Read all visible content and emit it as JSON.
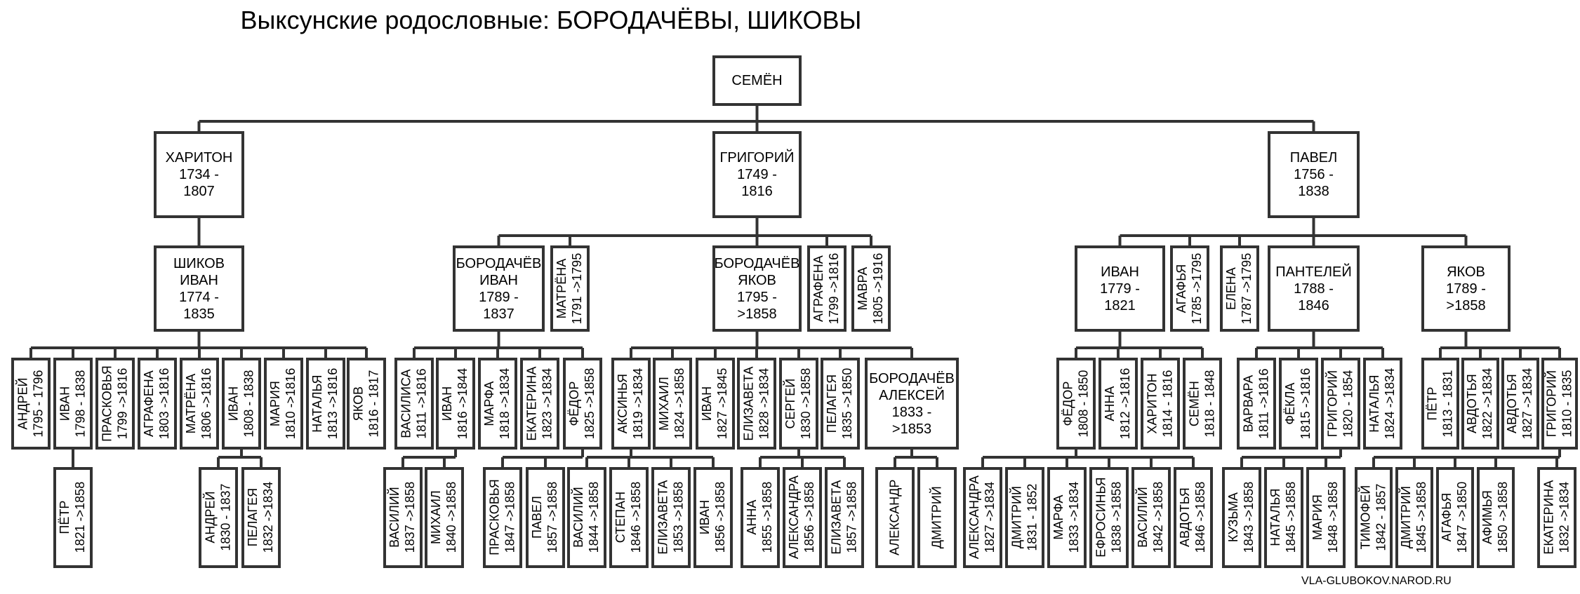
{
  "title": "Выксунские родословные: БОРОДАЧЁВЫ, ШИКОВЫ",
  "footer": "VLA-GLUBOKOV.NAROD.RU",
  "people": {
    "semen_root": "СЕМЁН",
    "khariton": "ХАРИТОН\n1734 -\n1807",
    "grigoriy": "ГРИГОРИЙ\n1749 -\n1816",
    "pavel": "ПАВЕЛ\n1756 -\n1838",
    "shikov_ivan": "ШИКОВ\nИВАН\n1774 -\n1835",
    "borodachev_ivan": "БОРОДАЧЁВ\nИВАН\n1789 -\n1837",
    "matrena_1791": "МАТРЁНА\n1791 ->1795",
    "borodachev_yakov": "БОРОДАЧЁВ\nЯКОВ\n1795 -\n>1858",
    "agrafena_1799": "АГРАФЕНА\n1799 ->1816",
    "mavra": "МАВРА\n1805 ->1916",
    "ivan_1779": "ИВАН\n1779 -\n1821",
    "agafya_1785": "АГАФЬЯ\n1785 ->1795",
    "elena_1787": "ЕЛЕНА\n1787 ->1795",
    "panteley": "ПАНТЕЛЕЙ\n1788 -\n1846",
    "yakov_1789": "ЯКОВ\n1789 -\n>1858",
    "andrey_1795": "АНДРЕЙ\n1795 - 1796",
    "ivan_1798": "ИВАН\n1798 - 1838",
    "praskovya_1799": "ПРАСКОВЬЯ\n1799 ->1816",
    "agrafena_1803": "АГРАФЕНА\n1803 ->1816",
    "matrena_1806": "МАТРЁНА\n1806 ->1816",
    "ivan_1808": "ИВАН\n1808 - 1838",
    "mariya_1810": "МАРИЯ\n1810 ->1816",
    "natalya_1813": "НАТАЛЬЯ\n1813 ->1816",
    "yakov_1816": "ЯКОВ\n1816 - 1817",
    "petr_1821": "ПЁТР\n1821 ->1858",
    "andrey_1830": "АНДРЕЙ\n1830 - 1837",
    "pelageya_1832": "ПЕЛАГЕЯ\n1832 ->1834",
    "vasilisa_1811": "ВАСИЛИСА\n1811 ->1816",
    "ivan_1816": "ИВАН\n1816 ->1844",
    "marfa_1818": "МАРФА\n1818 ->1834",
    "ekaterina_1823": "ЕКАТЕРИНА\n1823 ->1834",
    "fedor_1825": "ФЁДОР\n1825 ->1858",
    "vasiliy_1837": "ВАСИЛИЙ\n1837 ->1858",
    "mikhail_1840": "МИХАИЛ\n1840 ->1858",
    "praskovya_1847": "ПРАСКОВЬЯ\n1847 ->1858",
    "pavel_1857": "ПАВЕЛ\n1857 ->1858",
    "aksinya_1819": "АКСИНЬЯ\n1819 ->1834",
    "mikhail_1824": "МИХАИЛ\n1824 ->1858",
    "ivan_1827": "ИВАН\n1827 ->1845",
    "elizaveta_1828": "ЕЛИЗАВЕТА\n1828 ->1834",
    "sergey_1830": "СЕРГЕЙ\n1830 ->1858",
    "pelageya_1835": "ПЕЛАГЕЯ\n1835 ->1850",
    "borodachev_aleksey": "БОРОДАЧЁВ\nАЛЕКСЕЙ\n1833 -\n>1853",
    "vasiliy_1844": "ВАСИЛИЙ\n1844 ->1858",
    "stepan_1846": "СТЕПАН\n1846 ->1858",
    "elizaveta_1853": "ЕЛИЗАВЕТА\n1853 ->1858",
    "ivan_1856": "ИВАН\n1856 ->1858",
    "anna_1855": "АННА\n1855 ->1858",
    "aleksandra_1856": "АЛЕКСАНДРА\n1856 ->1858",
    "elizaveta_1857": "ЕЛИЗАВЕТА\n1857 ->1858",
    "aleksandr": "АЛЕКСАНДР",
    "dmitriy": "ДМИТРИЙ",
    "fedor_1808": "ФЁДОР\n1808 - 1850",
    "anna_1812": "АННА\n1812 ->1816",
    "khariton_1814": "ХАРИТОН\n1814 - 1816",
    "semen_1818": "СЕМЁН\n1818 - 1848",
    "aleksandra_1827": "АЛЕКСАНДРА\n1827 ->1834",
    "dmitriy_1831": "ДМИТРИЙ\n1831 - 1852",
    "marfa_1833": "МАРФА\n1833 ->1834",
    "efrosinya_1838": "ЕФРОСИНЬЯ\n1838 ->1858",
    "vasiliy_1842": "ВАСИЛИЙ\n1842 ->1858",
    "avdotya_1846": "АВДОТЬЯ\n1846 ->1858",
    "varvara_1811": "ВАРВАРА\n1811 ->1816",
    "fekla_1815": "ФЁКЛА\n1815 ->1816",
    "grigoriy_1820": "ГРИГОРИЙ\n1820 - 1854",
    "natalya_1824": "НАТАЛЬЯ\n1824 ->1834",
    "kuzma_1843": "КУЗЬМА\n1843 ->1858",
    "natalya_1845": "НАТАЛЬЯ\n1845 ->1858",
    "mariya_1848": "МАРИЯ\n1848 ->1858",
    "petr_1813": "ПЁТР\n1813 - 1831",
    "avdotya_1822": "АВДОТЬЯ\n1822 ->1834",
    "avdotya_1827": "АВДОТЬЯ\n1827 ->1834",
    "grigoriy_1810": "ГРИГОРИЙ\n1810 - 1835",
    "timofey_1842": "ТИМОФЕЙ\n1842 - 1857",
    "dmitriy_1845": "ДМИТРИЙ\n1845 ->1858",
    "agafya_1847": "АГАФЬЯ\n1847 ->1850",
    "afimya_1850": "АФИМЬЯ\n1850 ->1858",
    "ekaterina_1832": "ЕКАТЕРИНА\n1832 ->1834"
  }
}
